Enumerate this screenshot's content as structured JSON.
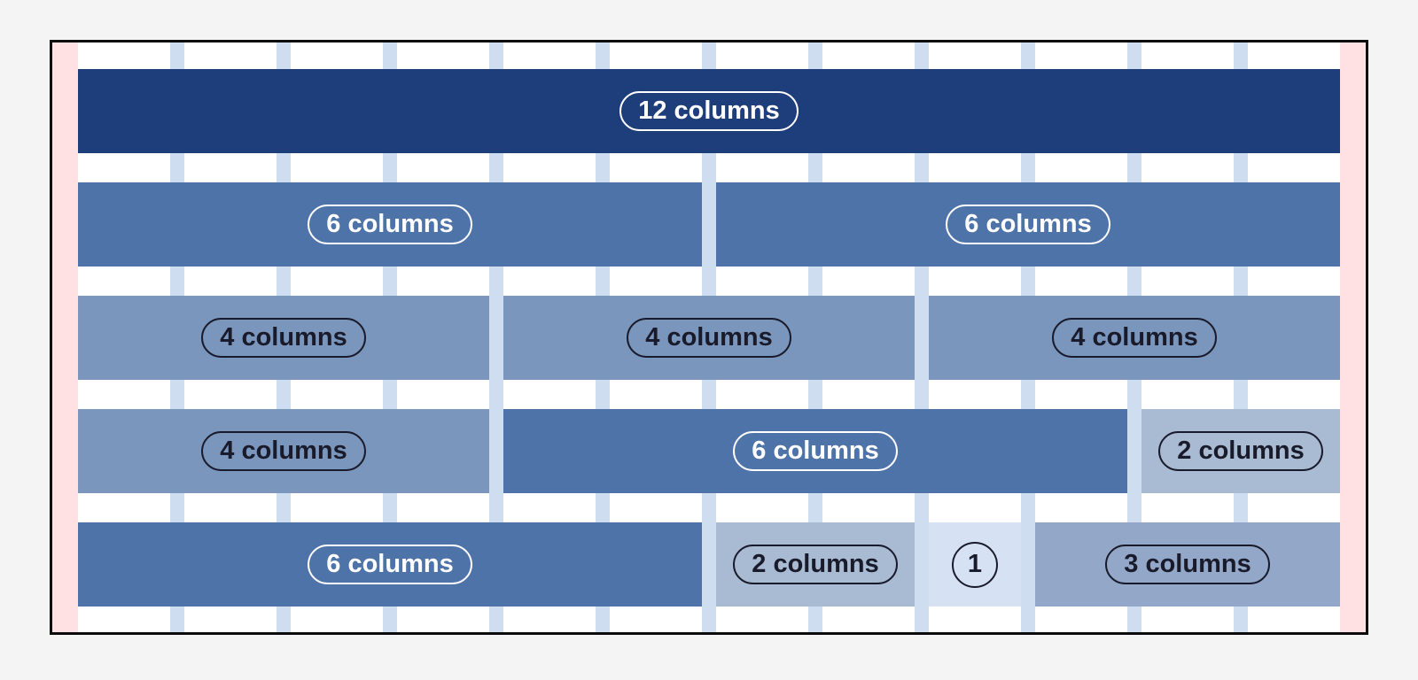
{
  "palette": {
    "page_bg": "#f4f4f5",
    "frame_border": "#0c0c0c",
    "content_bg": "#ffffff",
    "margin_pink": "#ffe1e4",
    "gutter_blue": "#cfddf0",
    "navy": "#1e3d7b",
    "medium_blue": "#4e73a9",
    "light_blue": "#7b96bd",
    "lighter_blue": "#a9bbd3",
    "pale_blue": "#93a8c8",
    "palest_blue": "#d6e2f3",
    "label_light": "#ffffff",
    "label_dark": "#191b2b"
  },
  "grid": {
    "total_columns": 12,
    "rows": [
      {
        "blocks": [
          {
            "label": "12 columns",
            "span": 12,
            "variant": "navy"
          }
        ]
      },
      {
        "blocks": [
          {
            "label": "6 columns",
            "span": 6,
            "variant": "medium"
          },
          {
            "label": "6 columns",
            "span": 6,
            "variant": "medium"
          }
        ]
      },
      {
        "blocks": [
          {
            "label": "4 columns",
            "span": 4,
            "variant": "light"
          },
          {
            "label": "4 columns",
            "span": 4,
            "variant": "light"
          },
          {
            "label": "4 columns",
            "span": 4,
            "variant": "light"
          }
        ]
      },
      {
        "blocks": [
          {
            "label": "4 columns",
            "span": 4,
            "variant": "light"
          },
          {
            "label": "6 columns",
            "span": 6,
            "variant": "medium"
          },
          {
            "label": "2 columns",
            "span": 2,
            "variant": "lighter"
          }
        ]
      },
      {
        "blocks": [
          {
            "label": "6 columns",
            "span": 6,
            "variant": "medium"
          },
          {
            "label": "2 columns",
            "span": 2,
            "variant": "lighter"
          },
          {
            "label": "1",
            "span": 1,
            "variant": "palest",
            "shape": "circle"
          },
          {
            "label": "3 columns",
            "span": 3,
            "variant": "pale"
          }
        ]
      }
    ]
  }
}
